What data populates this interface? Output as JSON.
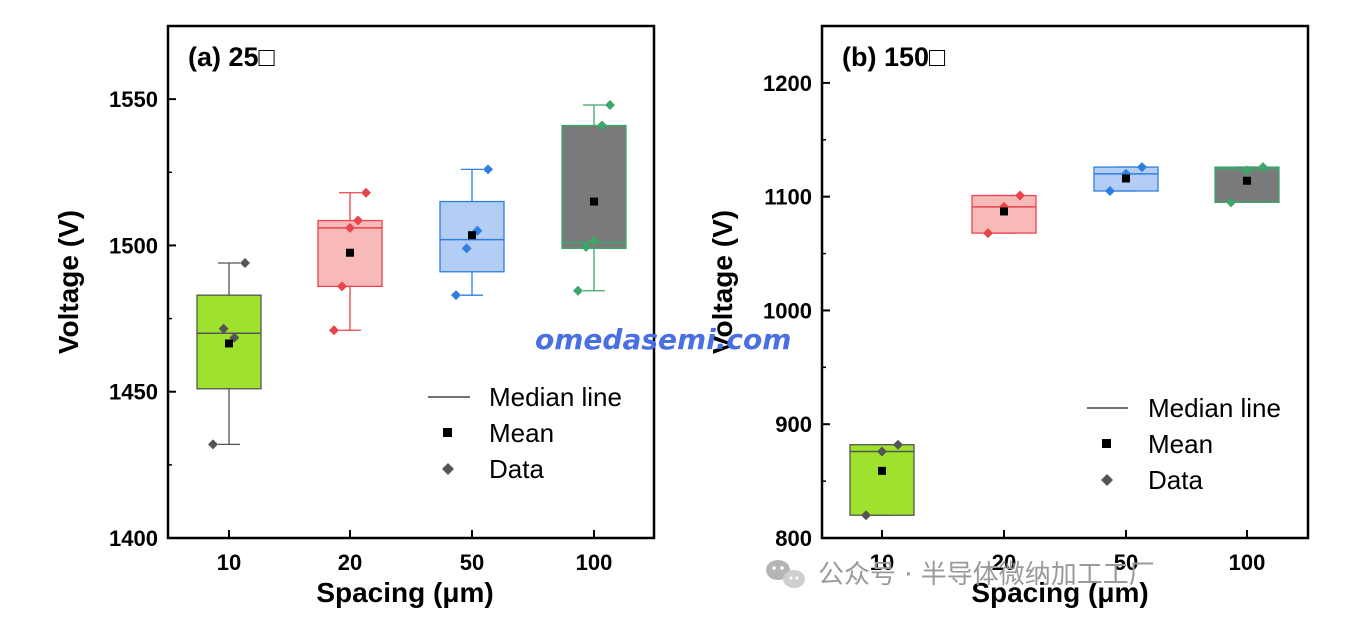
{
  "watermark": "omedasemi.com",
  "wechat_caption": "公众号 · 半导体微纳加工工厂",
  "legend_labels": [
    "Median line",
    "Mean",
    "Data"
  ],
  "chart_data": [
    {
      "type": "box",
      "title": "(a) 25□",
      "xlabel": "Spacing (μm)",
      "ylabel": "Voltage (V)",
      "categories": [
        "10",
        "20",
        "50",
        "100"
      ],
      "ylim": [
        1400,
        1575
      ],
      "yticks": [
        1400,
        1450,
        1500,
        1550
      ],
      "grid": false,
      "legend_position": "bottom-right",
      "colors": [
        "#9ee22e",
        "#f8b9b9",
        "#b3cdf5",
        "#7a7a7a"
      ],
      "edge_colors": [
        "#555555",
        "#e8444c",
        "#2f7fe0",
        "#3aa86a"
      ],
      "boxes": [
        {
          "category": "10",
          "whisker_low": 1432,
          "q1": 1451,
          "median": 1470,
          "q3": 1483,
          "whisker_high": 1494,
          "mean": 1466.5,
          "data": [
            1432,
            1471.5,
            1468.5,
            1494
          ]
        },
        {
          "category": "20",
          "whisker_low": 1471,
          "q1": 1486,
          "median": 1506,
          "q3": 1508.5,
          "whisker_high": 1518,
          "mean": 1497.5,
          "data": [
            1471,
            1486,
            1506,
            1508.5,
            1518
          ]
        },
        {
          "category": "50",
          "whisker_low": 1483,
          "q1": 1491,
          "median": 1502,
          "q3": 1515,
          "whisker_high": 1526,
          "mean": 1503.5,
          "data": [
            1483,
            1499,
            1505,
            1526
          ]
        },
        {
          "category": "100",
          "whisker_low": 1484.5,
          "q1": 1499,
          "median": 1501,
          "q3": 1541,
          "whisker_high": 1548,
          "mean": 1515,
          "data": [
            1484.5,
            1499.5,
            1501.5,
            1541,
            1548
          ]
        }
      ]
    },
    {
      "type": "box",
      "title": "(b) 150□",
      "xlabel": "Spacing (μm)",
      "ylabel": "Voltage (V)",
      "categories": [
        "10",
        "20",
        "50",
        "100"
      ],
      "ylim": [
        800,
        1250
      ],
      "yticks": [
        800,
        900,
        1000,
        1100,
        1200
      ],
      "grid": false,
      "legend_position": "bottom-right",
      "colors": [
        "#9ee22e",
        "#f8b9b9",
        "#b3cdf5",
        "#7a7a7a"
      ],
      "edge_colors": [
        "#555555",
        "#e8444c",
        "#2f7fe0",
        "#3aa86a"
      ],
      "boxes": [
        {
          "category": "10",
          "whisker_low": 820,
          "q1": 820,
          "median": 876,
          "q3": 882,
          "whisker_high": 882,
          "mean": 859,
          "data": [
            820,
            876,
            882
          ]
        },
        {
          "category": "20",
          "whisker_low": 1068,
          "q1": 1068,
          "median": 1091,
          "q3": 1101,
          "whisker_high": 1101,
          "mean": 1087,
          "data": [
            1068,
            1091,
            1101
          ]
        },
        {
          "category": "50",
          "whisker_low": 1105,
          "q1": 1105,
          "median": 1120,
          "q3": 1126,
          "whisker_high": 1126,
          "mean": 1116,
          "data": [
            1105,
            1120,
            1126
          ]
        },
        {
          "category": "100",
          "whisker_low": 1095,
          "q1": 1095,
          "median": 1124,
          "q3": 1126,
          "whisker_high": 1126,
          "mean": 1114,
          "data": [
            1095,
            1123,
            1126
          ]
        }
      ]
    }
  ]
}
